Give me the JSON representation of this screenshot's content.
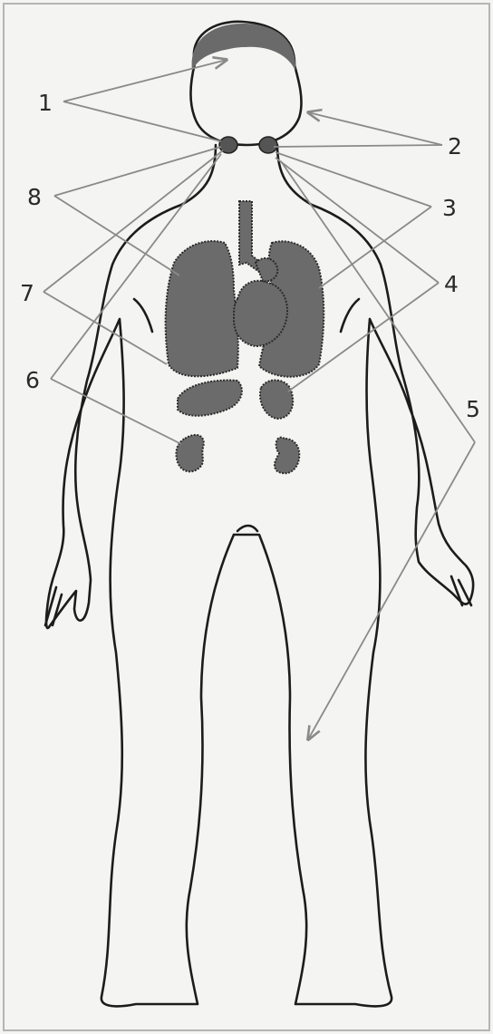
{
  "labels": {
    "l1": "1",
    "l2": "2",
    "l3": "3",
    "l4": "4",
    "l5": "5",
    "l6": "6",
    "l7": "7",
    "l8": "8"
  },
  "colors": {
    "organ_fill": "#6b6b6b",
    "outline": "#1c1c1c",
    "leader_line": "#8a8a8a",
    "background": "#f4f4f2"
  }
}
